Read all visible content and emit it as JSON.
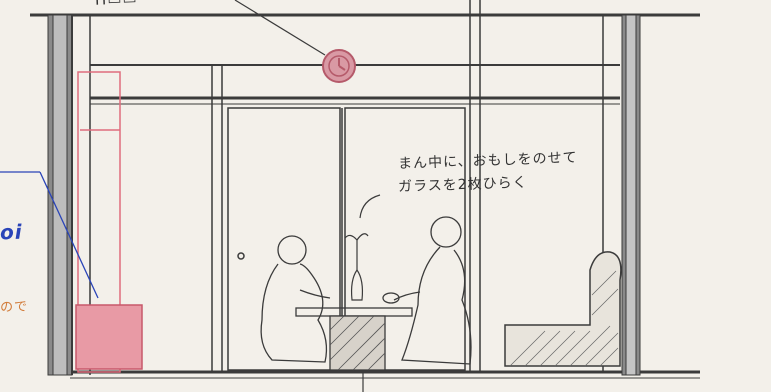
{
  "texts": {
    "top_left": "Π▭▭",
    "note_line1": "まん中に、おもしをのせて",
    "note_line2": "ガラスを2枚ひらく",
    "blue_fragment": "oi",
    "orange_fragment": "ので"
  },
  "colors": {
    "paper": "#f3f0ea",
    "ink": "#3b3b3b",
    "pink": "#e06c7c",
    "clock": "#b55a6a",
    "blue": "#2a44b8",
    "orange": "#d27c3a"
  }
}
